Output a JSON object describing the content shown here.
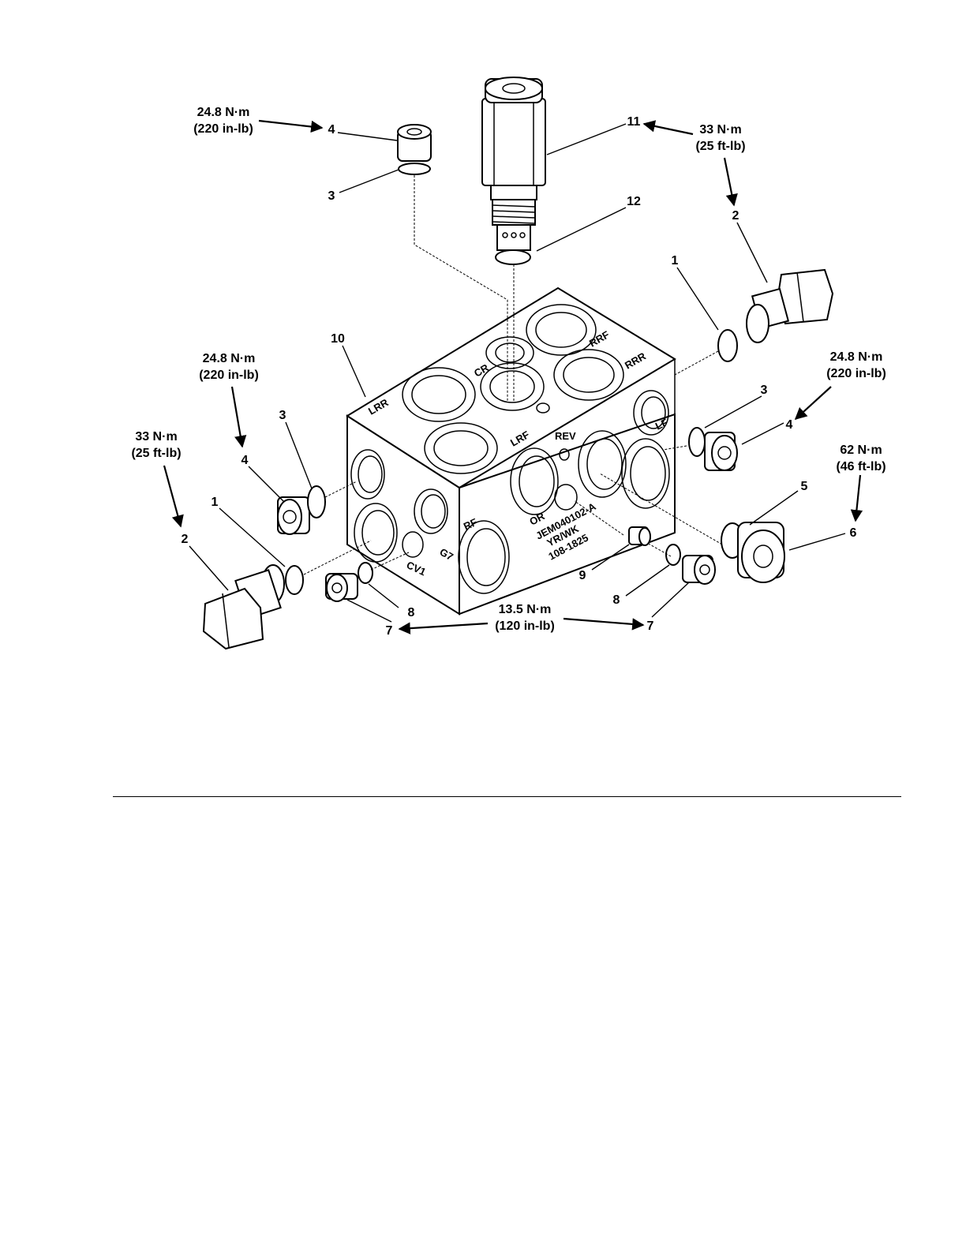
{
  "torque_specs": {
    "t_top_left": [
      "24.8 N·m",
      "(220 in-lb)"
    ],
    "t_top_right": [
      "33 N·m",
      "(25 ft-lb)"
    ],
    "t_mid_right": [
      "24.8 N·m",
      "(220 in-lb)"
    ],
    "t_mid_left": [
      "24.8 N·m",
      "(220 in-lb)"
    ],
    "t_far_left": [
      "33 N·m",
      "(25 ft-lb)"
    ],
    "t_far_right": [
      "62 N·m",
      "(46 ft-lb)"
    ],
    "t_bottom": [
      "13.5 N·m",
      "(120 in-lb)"
    ]
  },
  "callouts": {
    "c4_top": "4",
    "c3_top": "3",
    "c11": "11",
    "c12": "12",
    "c2_right": "2",
    "c1_right": "1",
    "c10": "10",
    "c3_right": "3",
    "c4_right": "4",
    "c3_left": "3",
    "c4_left": "4",
    "c1_left": "1",
    "c2_left": "2",
    "c5": "5",
    "c6": "6",
    "c9": "9",
    "c8_right": "8",
    "c7_right": "7",
    "c8_left": "8",
    "c7_left": "7"
  },
  "port_labels": {
    "lrr": "LRR",
    "cr": "CR",
    "rrf": "RRF",
    "rrr": "RRR",
    "lrf": "LRF",
    "rev": "REV",
    "lf": "LF",
    "rf": "RF",
    "g7": "G7",
    "cv1": "CV1",
    "or": "OR"
  },
  "block_stamp": [
    "JEM040102-A",
    "YR/WK",
    "108-1825"
  ]
}
